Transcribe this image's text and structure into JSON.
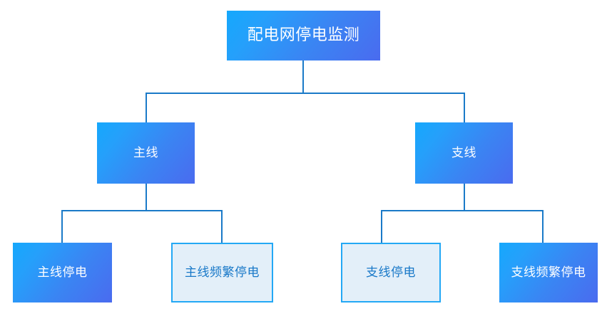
{
  "diagram": {
    "title": "配电网停电监测",
    "type": "tree",
    "background_color": "#ffffff",
    "colors": {
      "node_gradient_start": "#15a8fc",
      "node_gradient_end": "#4a6bef",
      "outlined_fill": "#e3eff9",
      "outlined_border": "#23a8f5",
      "outlined_text": "#1878c8",
      "filled_text": "#ffffff",
      "connector": "#1a7ac8"
    },
    "root": {
      "label": "配电网停电监测",
      "style": "filled"
    },
    "branches": [
      {
        "label": "主线",
        "style": "filled",
        "children": [
          {
            "label": "主线停电",
            "style": "filled"
          },
          {
            "label": "主线频繁停电",
            "style": "outlined"
          }
        ]
      },
      {
        "label": "支线",
        "style": "filled",
        "children": [
          {
            "label": "支线停电",
            "style": "outlined"
          },
          {
            "label": "支线频繁停电",
            "style": "filled"
          }
        ]
      }
    ]
  }
}
